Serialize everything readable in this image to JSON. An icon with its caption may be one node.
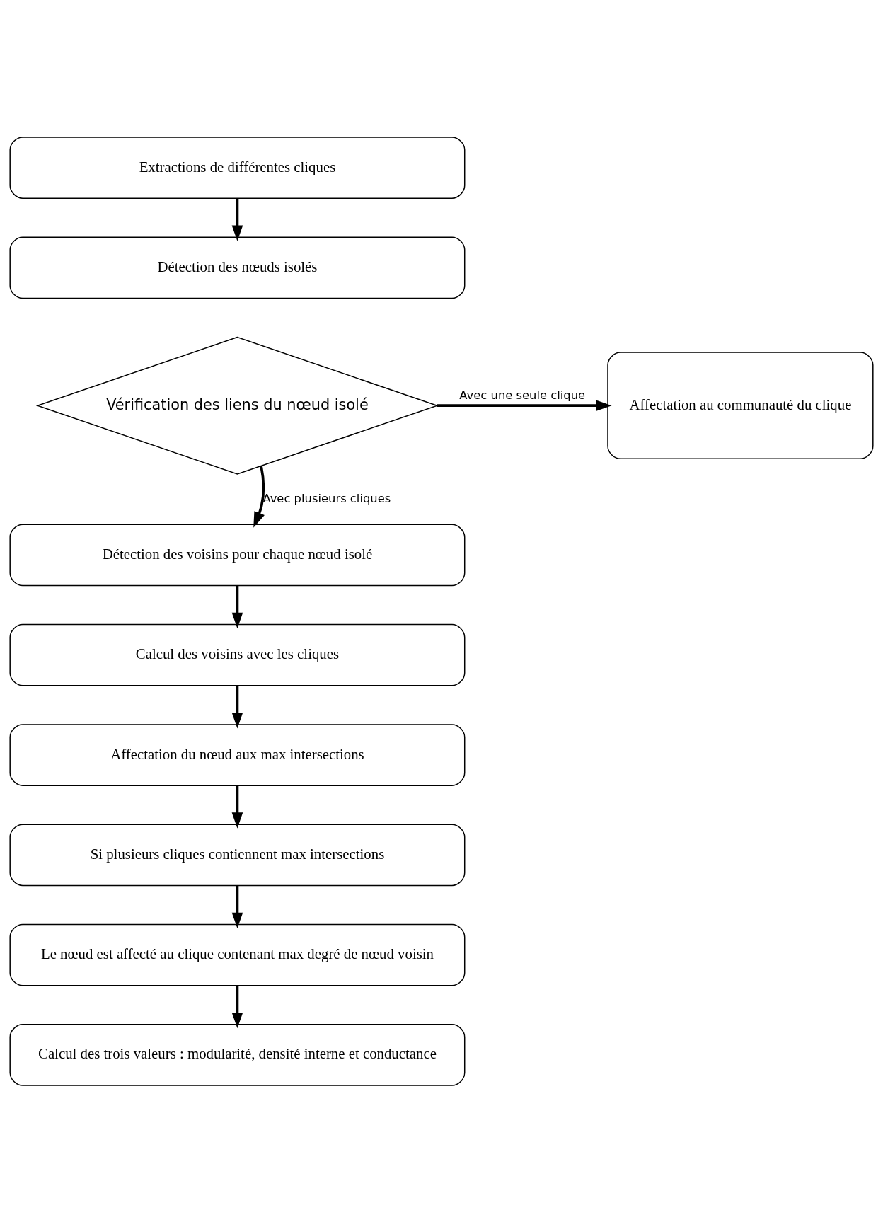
{
  "diagram": {
    "nodes": [
      {
        "text": [
          "Extractions de différentes cliques"
        ]
      },
      {
        "text": [
          "Détection des nœuds isolés"
        ]
      },
      {
        "text": [
          "Vérification des liens du nœud isolé"
        ]
      },
      {
        "text": [
          "Affectation au communauté du clique"
        ]
      },
      {
        "text": [
          "Détection des voisins pour chaque nœud isolé"
        ]
      },
      {
        "text": [
          "Calcul des voisins avec les cliques"
        ]
      },
      {
        "text": [
          "Affectation du nœud aux max intersections"
        ]
      },
      {
        "text": [
          "Si plusieurs cliques contiennent max intersections"
        ]
      },
      {
        "text": [
          "Le nœud est affecté au clique contenant max degré de nœud voisin"
        ]
      },
      {
        "text": [
          "Calcul des trois valeurs : modularité, densité interne et conductance"
        ]
      }
    ],
    "edges": [
      {
        "from": 0,
        "to": 1,
        "arrow": "to"
      },
      {
        "from": 2,
        "to": 3,
        "arrow": "to",
        "label": "Avec une seule clique"
      },
      {
        "from": 2,
        "to": 4,
        "arrow": "to",
        "label": "Avec plusieurs cliques"
      },
      {
        "from": 4,
        "to": 5,
        "arrow": "to"
      },
      {
        "from": 5,
        "to": 6,
        "arrow": "to"
      },
      {
        "from": 6,
        "to": 7,
        "arrow": "to"
      },
      {
        "from": 7,
        "to": 8,
        "arrow": "to"
      },
      {
        "from": 8,
        "to": 9,
        "arrow": "to"
      }
    ]
  }
}
